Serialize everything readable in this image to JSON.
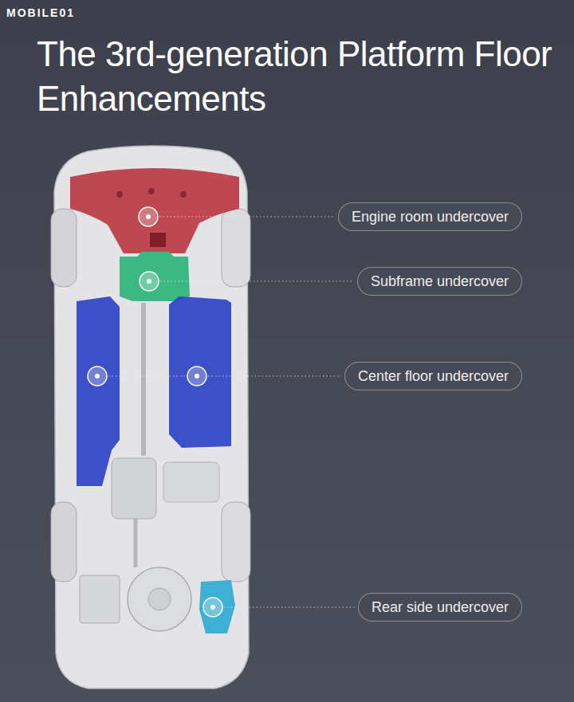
{
  "diagram": {
    "title": "The 3rd-generation Platform Floor Enhancements",
    "nodes": [
      {
        "text": [
          "Engine room undercover"
        ]
      },
      {
        "text": [
          "Subframe undercover"
        ]
      },
      {
        "text": [
          "Center floor undercover"
        ]
      },
      {
        "text": [
          "Rear side undercover"
        ]
      }
    ],
    "labels": [
      "MOBILE01"
    ]
  }
}
